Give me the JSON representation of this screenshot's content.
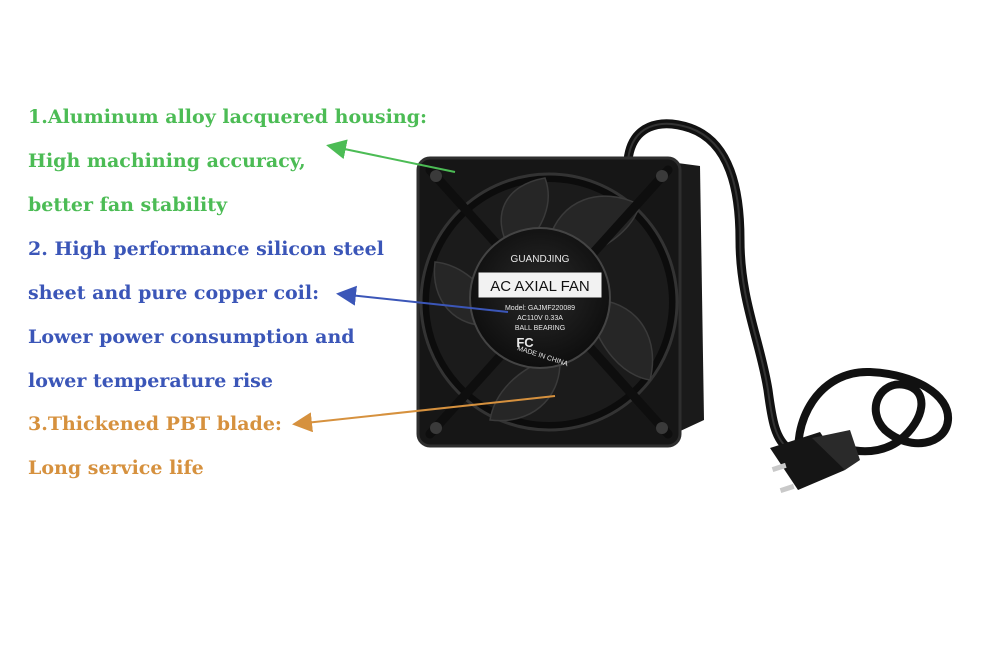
{
  "annotations": [
    {
      "lines": [
        "1.Aluminum alloy lacquered housing:",
        "High machining accuracy,",
        "better fan stability"
      ],
      "color": "#4cbc55"
    },
    {
      "lines": [
        "2. High performance silicon steel",
        "sheet and pure copper  coil:",
        "Lower power consumption and",
        "lower temperature rise"
      ],
      "color": "#3b56b8"
    },
    {
      "lines": [
        "3.Thickened PBT blade:",
        "Long service life"
      ],
      "color": "#d6913e"
    }
  ],
  "fan_label": {
    "brand": "GUANDJING",
    "title": "AC AXIAL FAN",
    "model": "Model: GAJMF220089",
    "rating": "AC110V 0.33A",
    "bearing": "BALL BEARING",
    "cert": "FC",
    "origin": "MADE IN CHINA"
  }
}
